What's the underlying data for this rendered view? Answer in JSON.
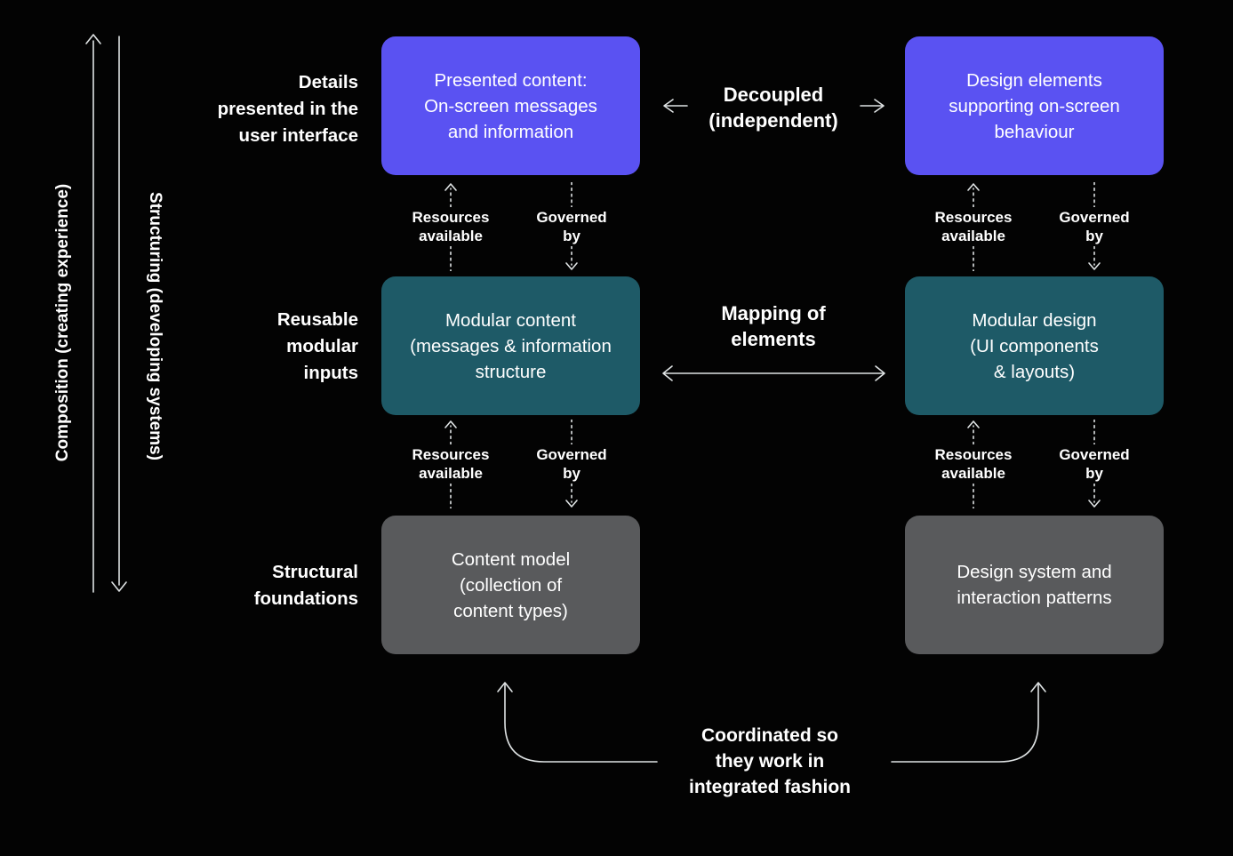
{
  "palette": {
    "background": "#030303",
    "purple": "#5a52f2",
    "teal": "#1e5a67",
    "gray": "#595a5c",
    "line": "#dfe3e4",
    "text": "#ffffff"
  },
  "side_axes": {
    "composition": "Composition (creating experience)",
    "structuring": "Structuring (developing systems)"
  },
  "row_labels": {
    "row1": "Details\npresented in the\nuser interface",
    "row2": "Reusable\nmodular\ninputs",
    "row3": "Structural\nfoundations"
  },
  "boxes": {
    "presented_content": "Presented content:\nOn-screen messages\nand information",
    "design_elements": "Design elements\nsupporting on-screen\nbehaviour",
    "modular_content": "Modular content\n(messages & information\nstructure",
    "modular_design": "Modular design\n(UI components\n& layouts)",
    "content_model": "Content model\n(collection of\ncontent types)",
    "design_system": "Design system and\ninteraction patterns"
  },
  "relations": {
    "decoupled": "Decoupled\n(independent)",
    "mapping": "Mapping of\nelements",
    "coordinated": "Coordinated so\nthey work in\nintegrated fashion"
  },
  "connector_labels": {
    "resources": "Resources\navailable",
    "governed": "Governed\nby"
  }
}
